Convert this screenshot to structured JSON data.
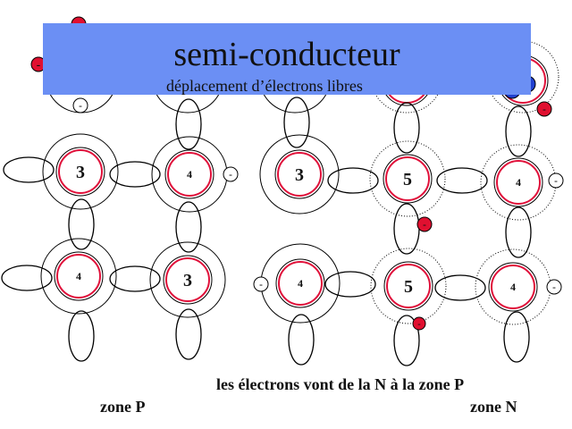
{
  "title": {
    "main": "semi-conducteur",
    "subtitle": "déplacement d’électrons libres"
  },
  "captions": {
    "flow": "les électrons vont de la N à la zone P",
    "zone_p": "zone P",
    "zone_n": "zone N"
  },
  "atoms": {
    "p_row1_a": "3",
    "p_row1_b": "4",
    "p_row2_a": "4",
    "p_row2_b": "3",
    "n_row1_a": "3",
    "n_row1_b": "5",
    "n_row1_c": "4",
    "n_row2_a": "4",
    "n_row2_b": "5",
    "n_row2_c": "4"
  },
  "charge_symbol": "-",
  "colors": {
    "banner": "#6b8ff4",
    "inner_ring": "#e0103a",
    "free_electron": "#e01030",
    "hole": "#2040d0"
  }
}
